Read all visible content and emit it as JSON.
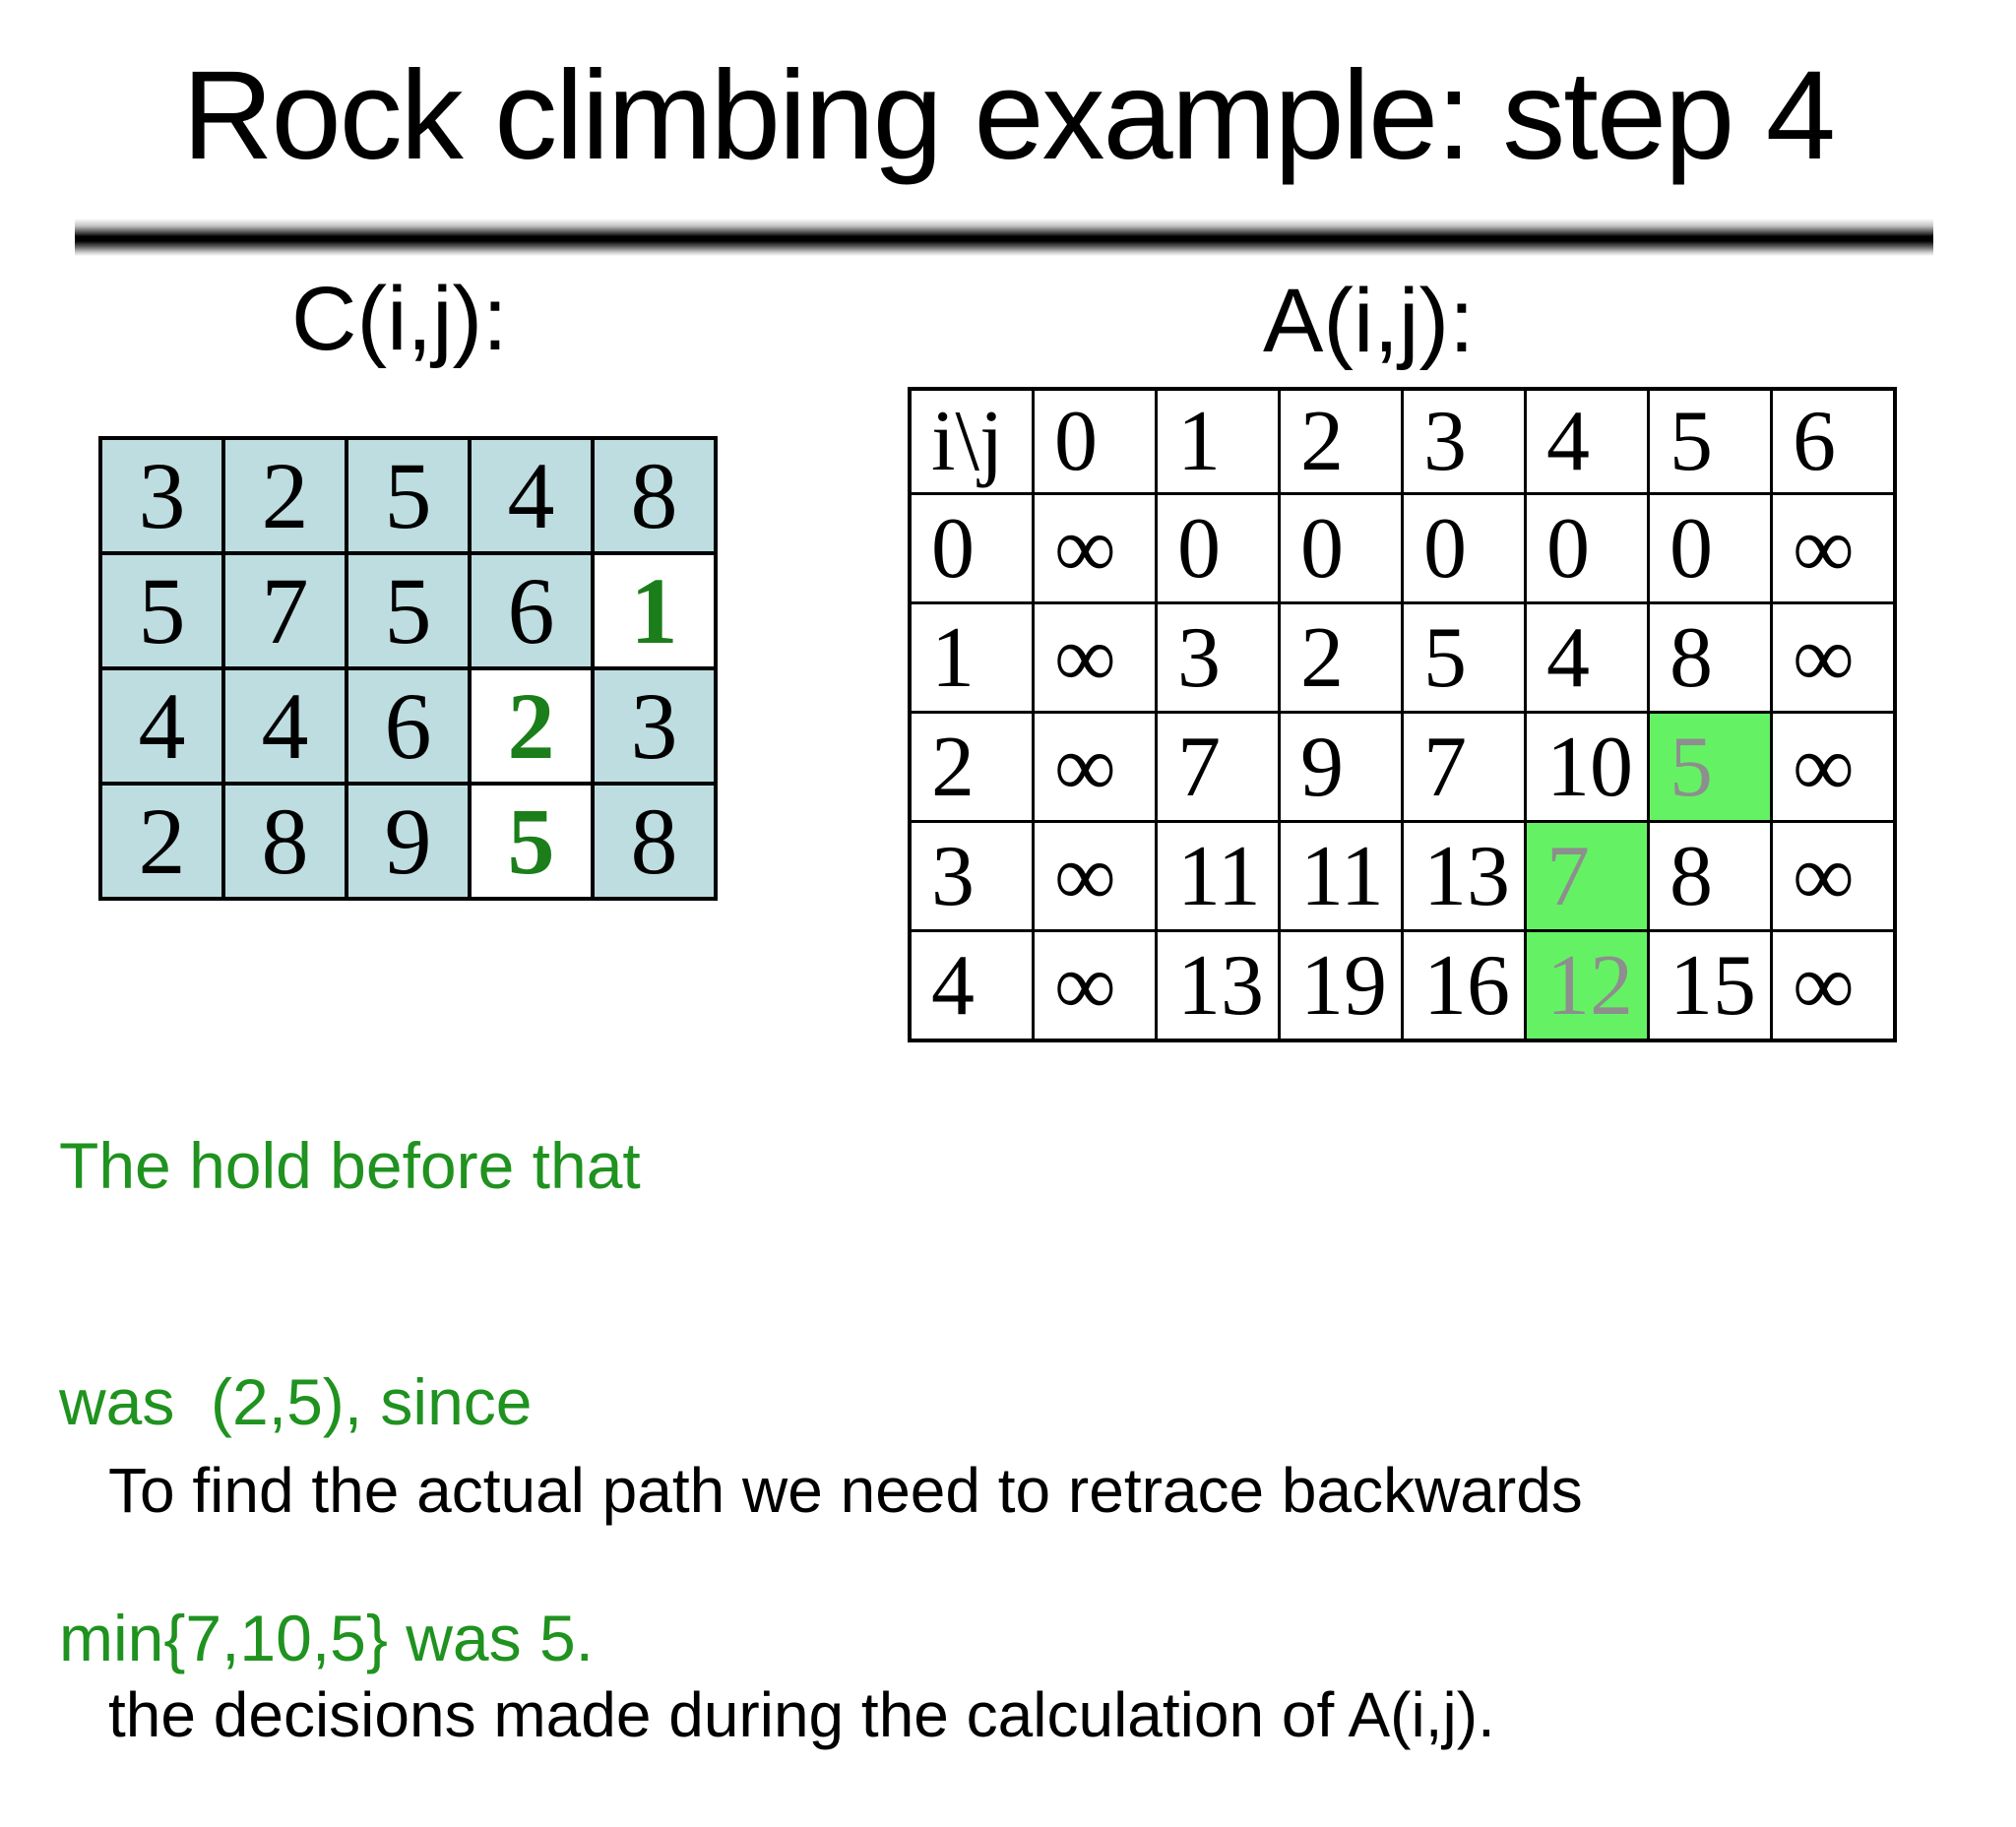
{
  "title": "Rock climbing example: step 4",
  "colors": {
    "cell_blue": "#bedde0",
    "highlight_green": "#64f264",
    "number_green": "#1b7e1b",
    "gray_number": "#8e8e8e",
    "note_green": "#1f921f"
  },
  "c_table": {
    "label": "C(i,j):",
    "grid": [
      [
        "3",
        "2",
        "5",
        "4",
        "8"
      ],
      [
        "5",
        "7",
        "5",
        "6",
        "1"
      ],
      [
        "4",
        "4",
        "6",
        "2",
        "3"
      ],
      [
        "2",
        "8",
        "9",
        "5",
        "8"
      ]
    ],
    "green_cells": [
      [
        1,
        4
      ],
      [
        2,
        3
      ],
      [
        3,
        3
      ]
    ]
  },
  "a_table": {
    "label": "A(i,j):",
    "header": [
      "i\\j",
      "0",
      "1",
      "2",
      "3",
      "4",
      "5",
      "6"
    ],
    "row_labels": [
      "0",
      "1",
      "2",
      "3",
      "4"
    ],
    "rows": [
      [
        "∞",
        "0",
        "0",
        "0",
        "0",
        "0",
        "∞"
      ],
      [
        "∞",
        "3",
        "2",
        "5",
        "4",
        "8",
        "∞"
      ],
      [
        "∞",
        "7",
        "9",
        "7",
        "10",
        "5",
        "∞"
      ],
      [
        "∞",
        "11",
        "11",
        "13",
        "7",
        "8",
        "∞"
      ],
      [
        "∞",
        "13",
        "19",
        "16",
        "12",
        "15",
        "∞"
      ]
    ],
    "green_cells": [
      [
        2,
        5
      ],
      [
        3,
        4
      ],
      [
        4,
        4
      ]
    ]
  },
  "note": {
    "lines": [
      "The hold before that",
      "was  (2,5), since",
      "min{7,10,5} was 5."
    ]
  },
  "footer": {
    "lines": [
      "To find the actual path we need to retrace backwards",
      "the decisions made during the calculation of A(i,j)."
    ]
  }
}
